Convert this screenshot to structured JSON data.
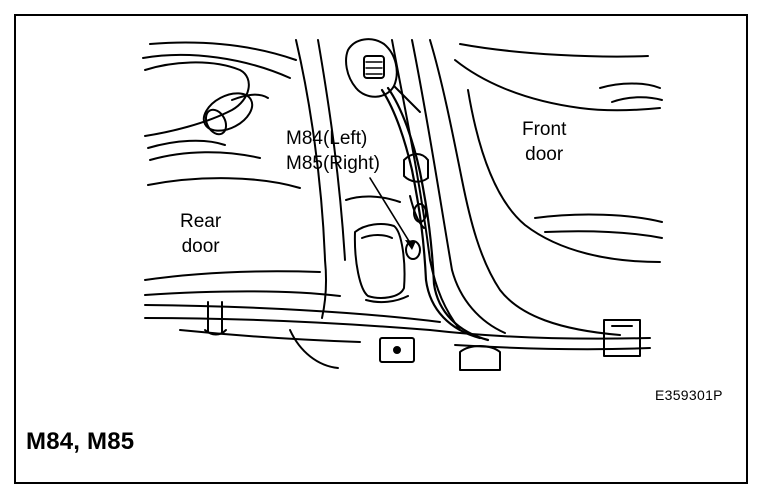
{
  "diagram": {
    "labels": {
      "rear_door_line1": "Rear",
      "rear_door_line2": "door",
      "front_door_line1": "Front",
      "front_door_line2": "door",
      "connector_left": "M84(Left)",
      "connector_right": "M85(Right)"
    },
    "reference_code": "E359301P",
    "caption": "M84, M85"
  }
}
